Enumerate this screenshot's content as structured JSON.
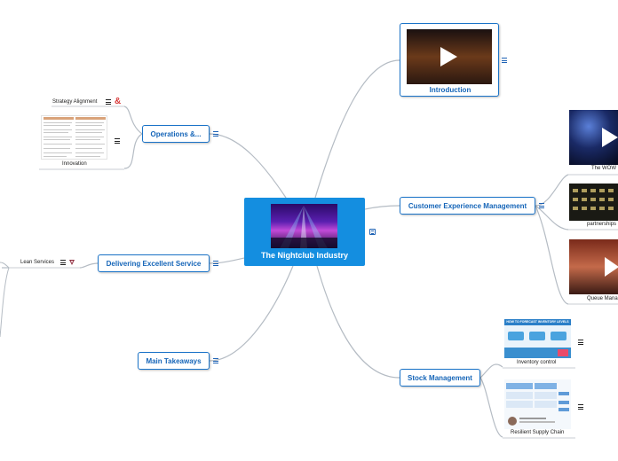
{
  "central": {
    "title": "The Nightclub Industry"
  },
  "branches": {
    "introduction": "Introduction",
    "customer_experience": "Customer Experience Management",
    "stock": "Stock Management",
    "operations": "Operations &...",
    "delivering": "Delivering Excellent Service",
    "takeaways": "Main Takeaways"
  },
  "subtopics": {
    "the_wow": "The WOW",
    "partnerships": "partnerships",
    "queue": "Queue Mana",
    "inventory": "Inventory control",
    "supply_chain": "Resilient Supply Chain",
    "strategy": "Strategy Alignment",
    "innovation": "Innovation",
    "lean": "Lean Services"
  },
  "thumbnails": {
    "inventory_heading": "HOW TO FORECAST INVENTORY LEVELS"
  },
  "icons": {
    "notes": "notes-icon",
    "play": "play-icon",
    "ampersand": "&",
    "link": "link-icon"
  },
  "colors": {
    "accent": "#1a73c8",
    "central_bg": "#148ee0",
    "connector": "#b5bcc4"
  }
}
